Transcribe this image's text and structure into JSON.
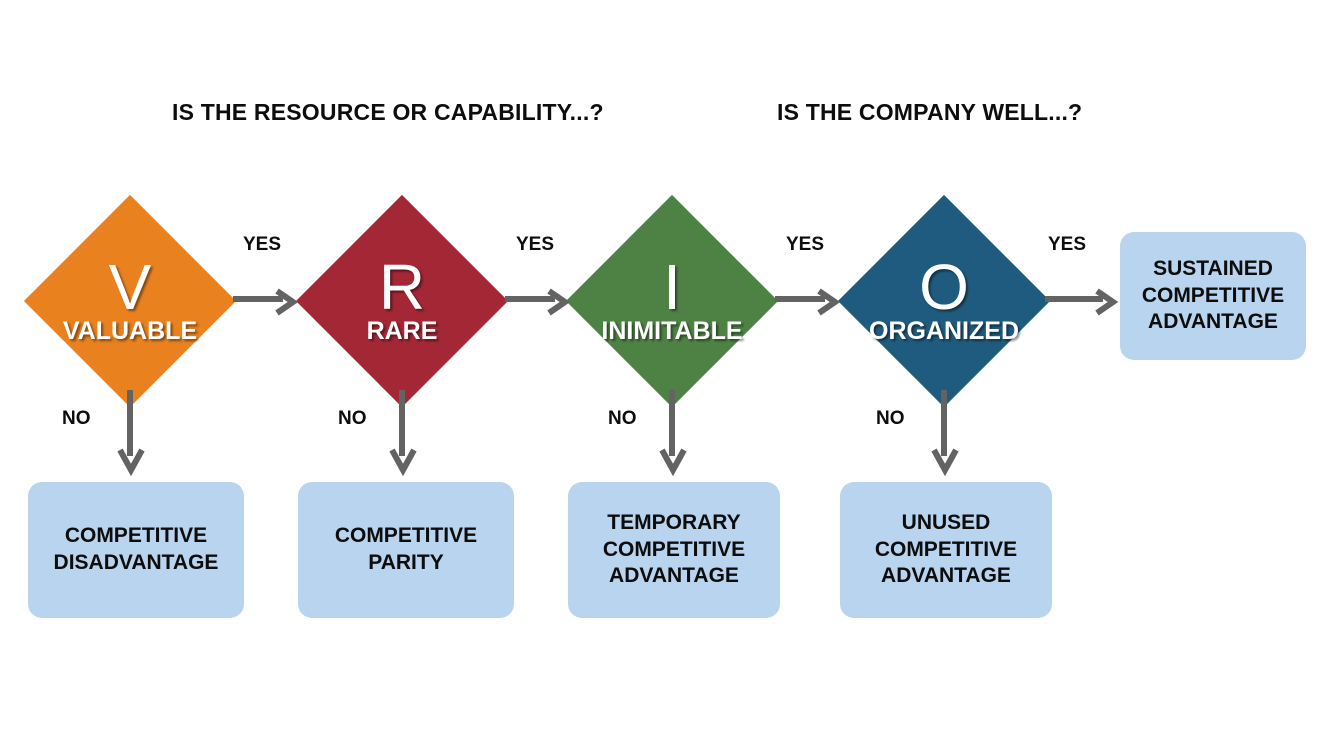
{
  "headers": {
    "resource": "IS THE RESOURCE OR CAPABILITY...?",
    "company": "IS THE COMPANY WELL...?"
  },
  "colors": {
    "valuable": "#e8811e",
    "rare": "#a32735",
    "inimitable": "#4e8244",
    "organized": "#1f5b7e",
    "outcome_box": "#b9d4ee",
    "arrow": "#636363",
    "text_dark": "#0d0d0d",
    "text_light": "#ffffff"
  },
  "diamonds": [
    {
      "letter": "V",
      "word": "VALUABLE",
      "color": "#e8811e"
    },
    {
      "letter": "R",
      "word": "RARE",
      "color": "#a32735"
    },
    {
      "letter": "I",
      "word": "INIMITABLE",
      "color": "#4e8244"
    },
    {
      "letter": "O",
      "word": "ORGANIZED",
      "color": "#1f5b7e"
    }
  ],
  "edge_labels": {
    "yes": "YES",
    "no": "NO"
  },
  "outcomes": {
    "sustained": {
      "lines": [
        "SUSTAINED",
        "COMPETITIVE",
        "ADVANTAGE"
      ]
    },
    "disadvantage": {
      "lines": [
        "COMPETITIVE",
        "DISADVANTAGE"
      ]
    },
    "parity": {
      "lines": [
        "COMPETITIVE",
        "PARITY"
      ]
    },
    "temporary": {
      "lines": [
        "TEMPORARY",
        "COMPETITIVE",
        "ADVANTAGE"
      ]
    },
    "unused": {
      "lines": [
        "UNUSED",
        "COMPETITIVE",
        "ADVANTAGE"
      ]
    }
  }
}
